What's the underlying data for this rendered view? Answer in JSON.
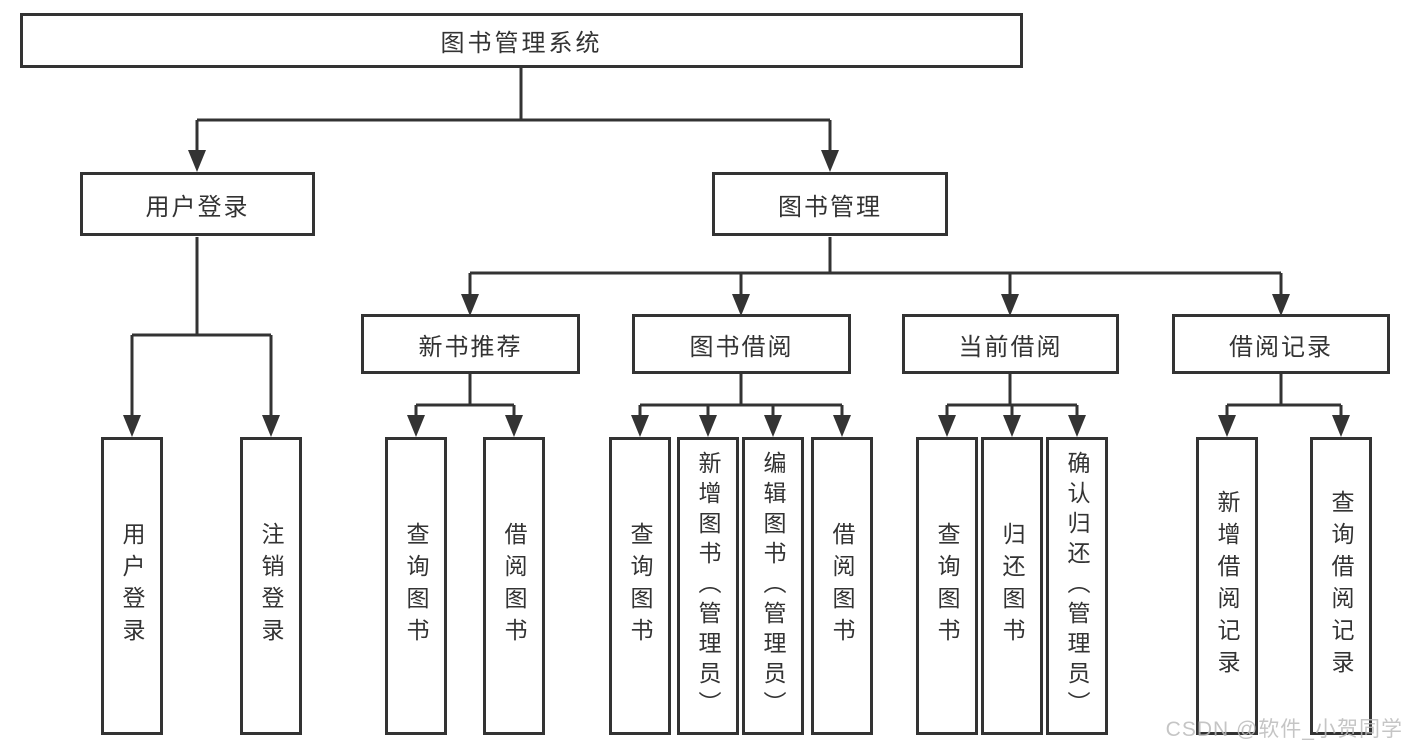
{
  "diagram_title": "图书管理系统",
  "watermark": "CSDN @软件_小贺同学",
  "colors": {
    "line": "#333333",
    "text": "#333333",
    "bg": "#ffffff",
    "wm": "#bcbcbc"
  },
  "nodes": {
    "root": "图书管理系统",
    "level2": [
      "用户登录",
      "图书管理"
    ],
    "level3": [
      "新书推荐",
      "图书借阅",
      "当前借阅",
      "借阅记录"
    ],
    "leaves": {
      "user_login": [
        "用户登录",
        "注销登录"
      ],
      "new_book_recommend": [
        "查询图书",
        "借阅图书"
      ],
      "book_borrow": [
        "查询图书",
        "新增图书（管理员）",
        "编辑图书（管理员）",
        "借阅图书"
      ],
      "current_borrow": [
        "查询图书",
        "归还图书",
        "确认归还（管理员）"
      ],
      "borrow_record": [
        "新增借阅记录",
        "查询借阅记录"
      ]
    }
  }
}
